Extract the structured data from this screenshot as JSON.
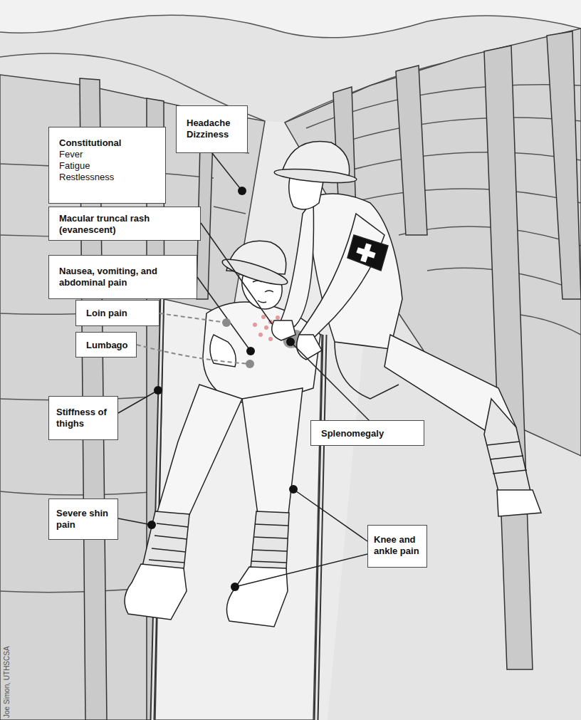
{
  "diagram": {
    "nodes": [
      {
        "text": [
          "Constitutional",
          "Fever Fatigue Restlessness"
        ]
      },
      {
        "text": [
          "Headache Dizziness"
        ]
      },
      {
        "text": [
          "Macular truncal rash (evanescent)"
        ]
      },
      {
        "text": [
          "Nausea, vomiting, and abdominal pain"
        ]
      },
      {
        "text": [
          "Loin pain"
        ]
      },
      {
        "text": [
          "Lumbago"
        ]
      },
      {
        "text": [
          "Splenomegaly"
        ]
      },
      {
        "text": [
          "Stiffness of thighs"
        ]
      },
      {
        "text": [
          "Severe shin pain"
        ]
      },
      {
        "text": [
          "Knee and ankle pain"
        ]
      }
    ],
    "labels": [
      "Joe Simon, UTHSCSA"
    ]
  }
}
